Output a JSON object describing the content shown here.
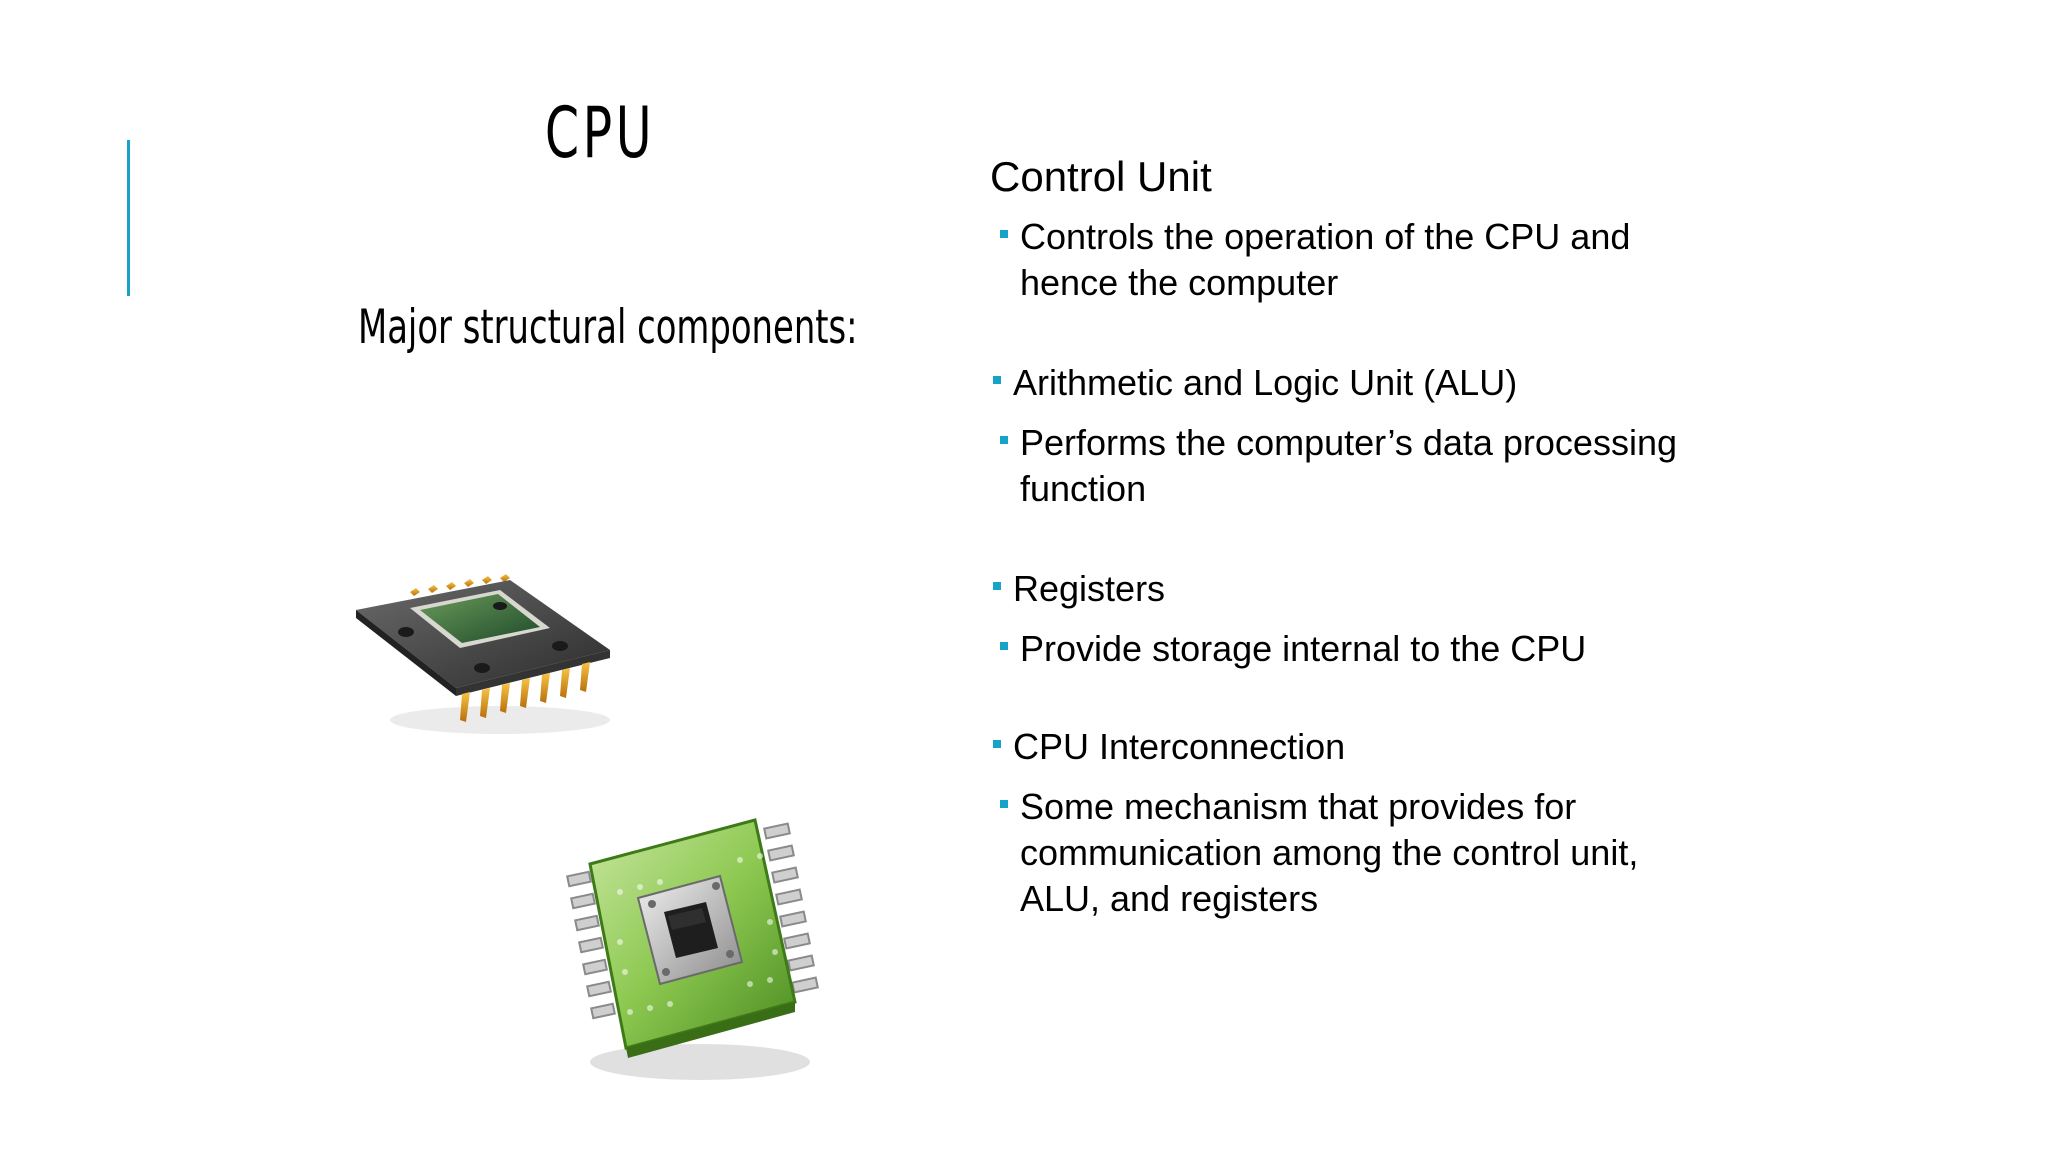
{
  "slide": {
    "title": "CPU",
    "subtitle": "Major structural components:",
    "accent_color": "#17a3c8"
  },
  "content": {
    "heading": "Control Unit",
    "items": [
      {
        "level": 2,
        "lines": [
          "Controls the operation of the CPU and",
          "hence the computer"
        ]
      },
      {
        "level": 1,
        "lines": [
          "Arithmetic and Logic Unit (ALU)"
        ]
      },
      {
        "level": 2,
        "lines": [
          "Performs the computer’s data processing",
          "function"
        ]
      },
      {
        "level": 1,
        "lines": [
          "Registers"
        ]
      },
      {
        "level": 2,
        "lines": [
          "Provide storage internal to the CPU"
        ]
      },
      {
        "level": 1,
        "lines": [
          "CPU Interconnection"
        ]
      },
      {
        "level": 2,
        "lines": [
          "Some mechanism that provides for",
          "communication among the control unit,",
          "ALU, and registers"
        ]
      }
    ]
  },
  "images": [
    {
      "name": "cpu-chip-icon",
      "description_icon": "processor chip with gold pins"
    },
    {
      "name": "microchip-icon",
      "description_icon": "green microchip"
    }
  ]
}
